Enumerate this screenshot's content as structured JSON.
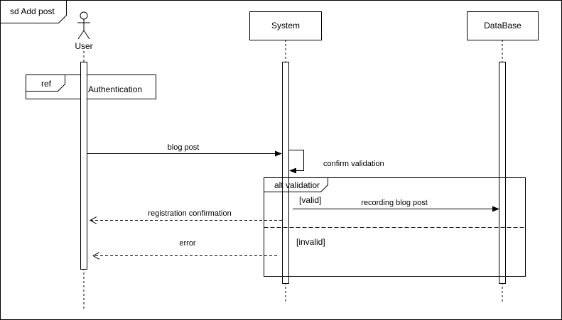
{
  "frame": {
    "title": "sd Add post"
  },
  "lifelines": {
    "user": {
      "label": "User",
      "icon": "actor-stick-figure-icon"
    },
    "system": {
      "label": "System"
    },
    "database": {
      "label": "DataBase"
    }
  },
  "ref_fragment": {
    "keyword": "ref",
    "label": "Authentication"
  },
  "messages": {
    "blog_post": "blog post",
    "confirm_validation": "confirm validation",
    "recording_blog_post": "recording blog post",
    "registration_confirmation": "registration confirmation",
    "error": "error"
  },
  "alt_fragment": {
    "label": "alt validatior",
    "guard_valid": "[valid]",
    "guard_invalid": "[invalid]"
  }
}
